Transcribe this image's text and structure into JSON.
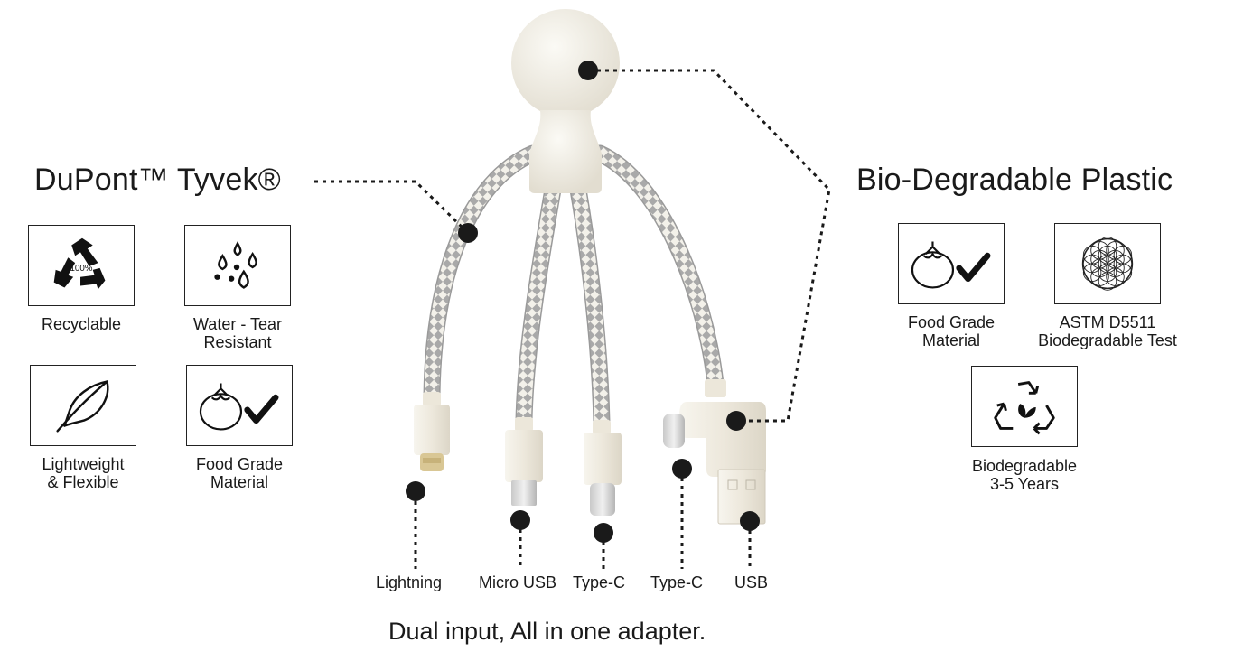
{
  "left_section": {
    "title": "DuPont™ Tyvek®",
    "features": [
      {
        "label": "Recyclable",
        "icon": "recycle-100-icon",
        "badge": "100%"
      },
      {
        "label": "Water - Tear\nResistant",
        "icon": "water-drops-icon"
      },
      {
        "label": "Lightweight\n& Flexible",
        "icon": "feather-icon"
      },
      {
        "label": "Food Grade\nMaterial",
        "icon": "tomato-check-icon"
      }
    ]
  },
  "right_section": {
    "title": "Bio-Degradable Plastic",
    "features": [
      {
        "label": "Food Grade\nMaterial",
        "icon": "tomato-check-icon"
      },
      {
        "label": "ASTM D5511\nBiodegradable Test",
        "icon": "flower-of-life-icon"
      },
      {
        "label": "Biodegradable\n3-5 Years",
        "icon": "recycle-leaf-icon"
      }
    ]
  },
  "connectors": [
    "Lightning",
    "Micro USB",
    "Type-C",
    "Type-C",
    "USB"
  ],
  "tagline": "Dual input, All in one adapter.",
  "colors": {
    "text": "#1a1a1a",
    "cable_light": "#f2efe6",
    "cable_dark": "#a8a8a8",
    "body": "#f2efe6"
  }
}
